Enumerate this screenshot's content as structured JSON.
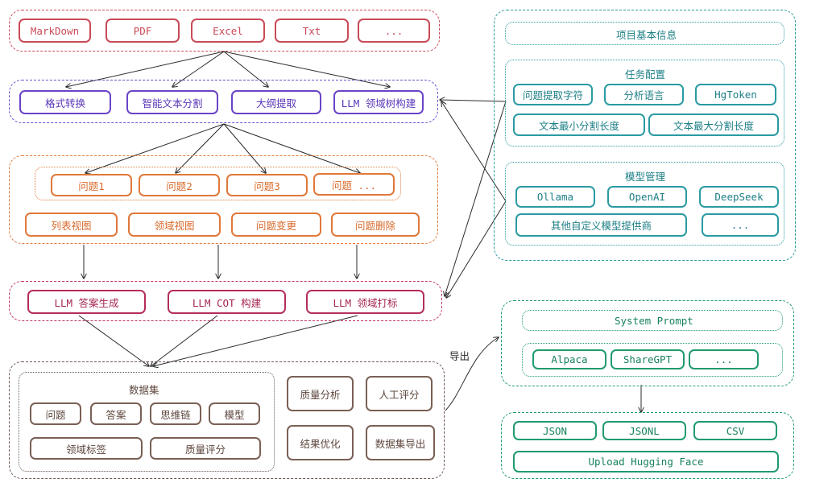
{
  "formats": {
    "items": [
      "MarkDown",
      "PDF",
      "Excel",
      "Txt",
      "..."
    ]
  },
  "processing": {
    "items": [
      "格式转换",
      "智能文本分割",
      "大纲提取",
      "LLM 领域树构建"
    ]
  },
  "questions": {
    "items": [
      "问题1",
      "问题2",
      "问题3",
      "问题 ..."
    ],
    "views": [
      "列表视图",
      "领域视图",
      "问题变更",
      "问题删除"
    ]
  },
  "llm": {
    "items": [
      "LLM 答案生成",
      "LLM COT 构建",
      "LLM 领域打标"
    ]
  },
  "dataset": {
    "title": "数据集",
    "fields": [
      "问题",
      "答案",
      "思维链",
      "模型"
    ],
    "fields2": [
      "领域标签",
      "质量评分"
    ],
    "actions": [
      "质量分析",
      "人工评分",
      "结果优化",
      "数据集导出"
    ]
  },
  "project": {
    "info_label": "项目基本信息",
    "task_title": "任务配置",
    "task_items": [
      "问题提取字符",
      "分析语言",
      "HgToken",
      "文本最小分割长度",
      "文本最大分割长度"
    ],
    "model_title": "模型管理",
    "model_items": [
      "Ollama",
      "OpenAI",
      "DeepSeek",
      "其他自定义模型提供商",
      "..."
    ]
  },
  "export": {
    "label": "导出",
    "system_prompt": "System Prompt",
    "templates": [
      "Alpaca",
      "ShareGPT",
      "..."
    ],
    "file_formats": [
      "JSON",
      "JSONL",
      "CSV"
    ],
    "upload": "Upload Hugging Face"
  },
  "colors": {
    "formats": "#c94a57",
    "processing": "#6a44c8",
    "questions": "#e0783a",
    "llm": "#b52d5c",
    "dataset": "#6b5a52",
    "project": "#2a9aa2",
    "export": "#219b6d",
    "wire": "#2b2b2b"
  }
}
